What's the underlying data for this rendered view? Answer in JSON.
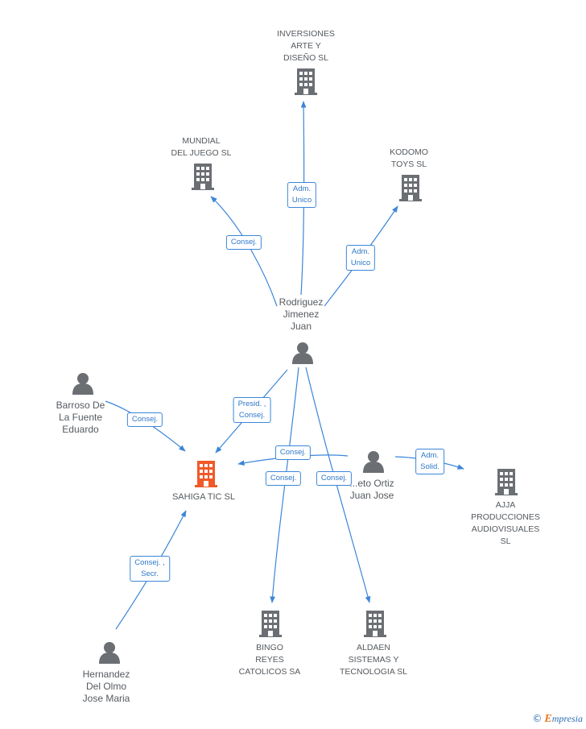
{
  "colors": {
    "edge": "#3b86d9",
    "node": "#6b6e72",
    "focus": "#f05a28",
    "text": "#555a5f"
  },
  "nodes": [
    {
      "id": "inversiones",
      "type": "company",
      "label": "INVERSIONES\nARTE Y\nDISEÑO SL"
    },
    {
      "id": "mundial",
      "type": "company",
      "label": "MUNDIAL\nDEL JUEGO SL"
    },
    {
      "id": "kodomo",
      "type": "company",
      "label": "KODOMO\nTOYS SL"
    },
    {
      "id": "rodriguez",
      "type": "person",
      "label": "Rodriguez\nJimenez\nJuan"
    },
    {
      "id": "barroso",
      "type": "person",
      "label": "Barroso De\nLa Fuente\nEduardo"
    },
    {
      "id": "sahiga",
      "type": "focus",
      "label": "SAHIGA TIC SL"
    },
    {
      "id": "nieto",
      "type": "person",
      "label": "...eto Ortiz\nJuan Jose"
    },
    {
      "id": "ajja",
      "type": "company",
      "label": "AJJA\nPRODUCCIONES\nAUDIOVISUALES SL"
    },
    {
      "id": "bingo",
      "type": "company",
      "label": "BINGO\nREYES\nCATOLICOS SA"
    },
    {
      "id": "aldaen",
      "type": "company",
      "label": "ALDAEN\nSISTEMAS Y\nTECNOLOGIA SL"
    },
    {
      "id": "hernandez",
      "type": "person",
      "label": "Hernandez\nDel Olmo\nJose Maria"
    }
  ],
  "edges": [
    {
      "from": "rodriguez",
      "to": "inversiones",
      "label": "Adm.\nUnico"
    },
    {
      "from": "rodriguez",
      "to": "mundial",
      "label": "Consej."
    },
    {
      "from": "rodriguez",
      "to": "kodomo",
      "label": "Adm.\nUnico"
    },
    {
      "from": "rodriguez",
      "to": "sahiga",
      "label": "Presid. ,\nConsej."
    },
    {
      "from": "rodriguez",
      "to": "bingo",
      "label": "Consej."
    },
    {
      "from": "rodriguez",
      "to": "aldaen",
      "label": "Consej."
    },
    {
      "from": "barroso",
      "to": "sahiga",
      "label": "Consej."
    },
    {
      "from": "nieto",
      "to": "sahiga",
      "label": "Consej."
    },
    {
      "from": "nieto",
      "to": "ajja",
      "label": "Adm.\nSolid."
    },
    {
      "from": "hernandez",
      "to": "sahiga",
      "label": "Consej. ,\nSecr."
    }
  ],
  "footer": {
    "copyright": "©",
    "brand_initial": "E",
    "brand_rest": "mpresia"
  }
}
